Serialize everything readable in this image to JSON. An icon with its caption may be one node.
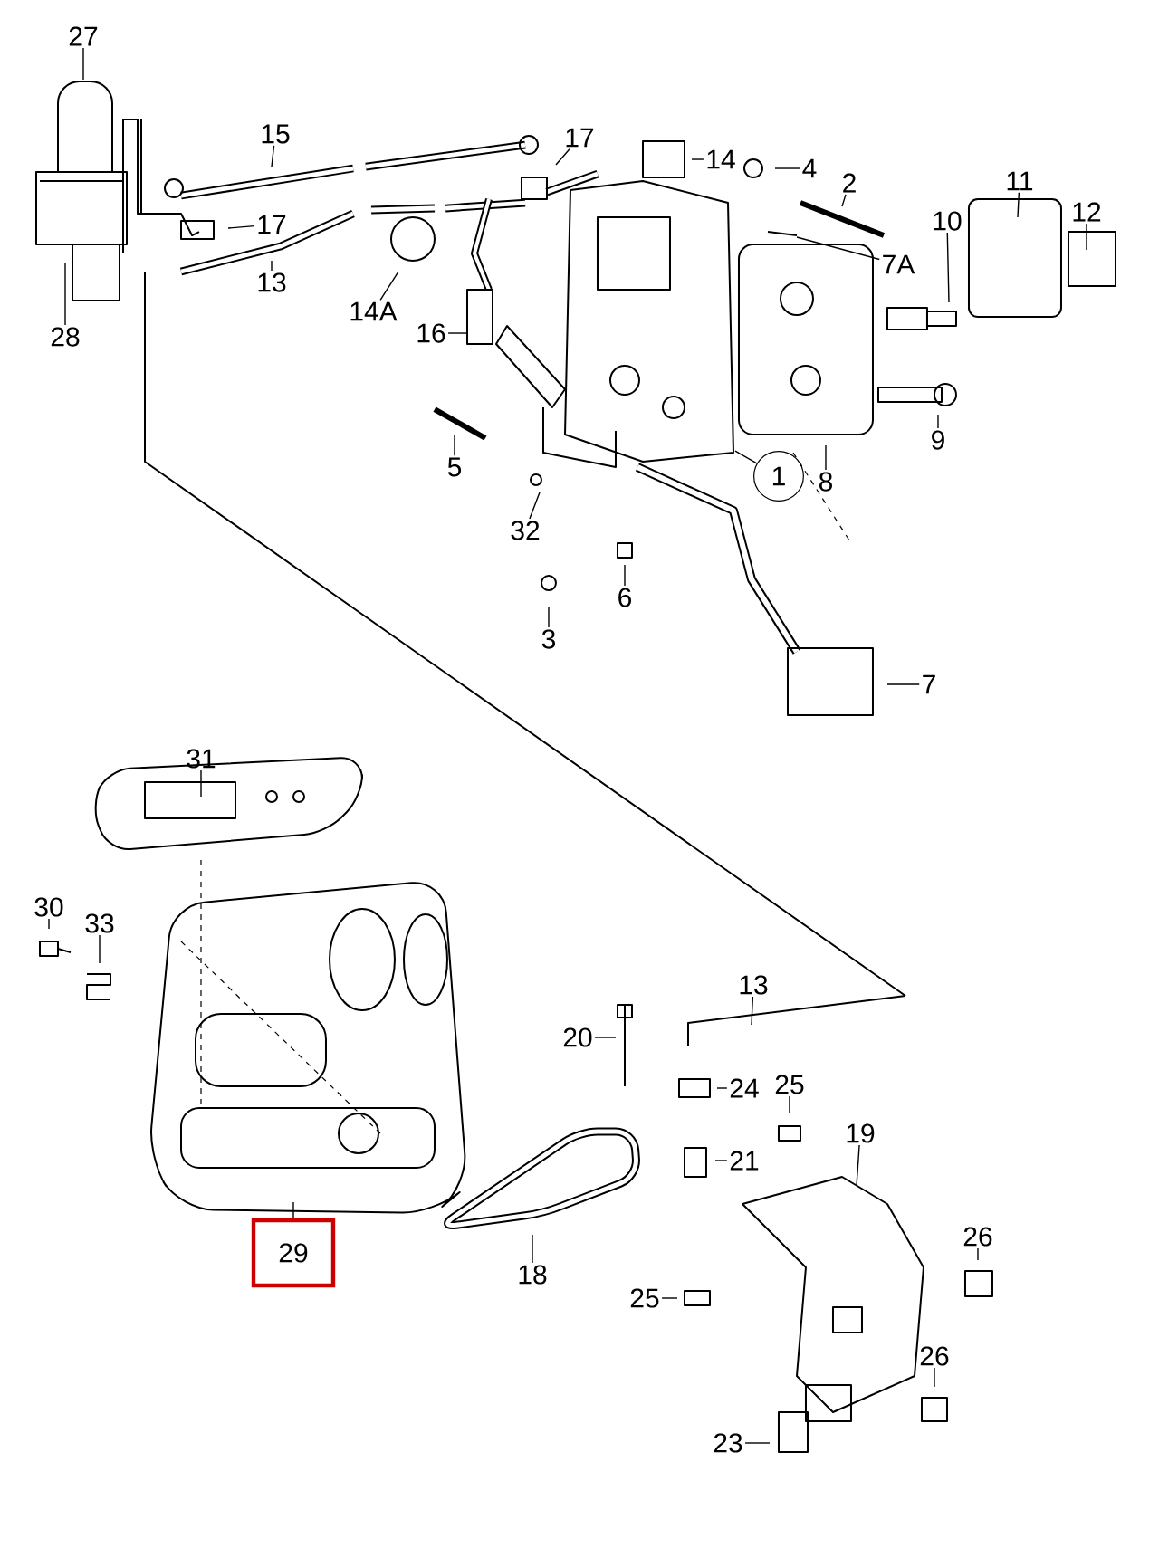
{
  "diagram": {
    "nodes": [
      {
        "text": [
          "27"
        ]
      },
      {
        "text": [
          "15"
        ]
      },
      {
        "text": [
          "17"
        ]
      },
      {
        "text": [
          "14"
        ]
      },
      {
        "text": [
          "4"
        ]
      },
      {
        "text": [
          "2"
        ]
      },
      {
        "text": [
          "17"
        ]
      },
      {
        "text": [
          "13"
        ]
      },
      {
        "text": [
          "7A"
        ]
      },
      {
        "text": [
          "10"
        ]
      },
      {
        "text": [
          "11"
        ]
      },
      {
        "text": [
          "12"
        ]
      },
      {
        "text": [
          "14A"
        ]
      },
      {
        "text": [
          "28"
        ]
      },
      {
        "text": [
          "16"
        ]
      },
      {
        "text": [
          "9"
        ]
      },
      {
        "text": [
          "1"
        ]
      },
      {
        "text": [
          "8"
        ]
      },
      {
        "text": [
          "5"
        ]
      },
      {
        "text": [
          "32"
        ]
      },
      {
        "text": [
          "6"
        ]
      },
      {
        "text": [
          "3"
        ]
      },
      {
        "text": [
          "7"
        ]
      },
      {
        "text": [
          "31"
        ]
      },
      {
        "text": [
          "30"
        ]
      },
      {
        "text": [
          "33"
        ]
      },
      {
        "text": [
          "29"
        ]
      },
      {
        "text": [
          "13"
        ]
      },
      {
        "text": [
          "20"
        ]
      },
      {
        "text": [
          "24"
        ]
      },
      {
        "text": [
          "25"
        ]
      },
      {
        "text": [
          "19"
        ]
      },
      {
        "text": [
          "21"
        ]
      },
      {
        "text": [
          "26"
        ]
      },
      {
        "text": [
          "18"
        ]
      },
      {
        "text": [
          "25"
        ]
      },
      {
        "text": [
          "26"
        ]
      },
      {
        "text": [
          "23"
        ]
      }
    ],
    "edges": [
      {
        "from": 0,
        "to": null,
        "arrow": "none"
      },
      {
        "from": 1,
        "to": null,
        "arrow": "none"
      },
      {
        "from": 2,
        "to": null,
        "arrow": "none"
      },
      {
        "from": 3,
        "to": null,
        "arrow": "none"
      },
      {
        "from": 4,
        "to": null,
        "arrow": "none"
      },
      {
        "from": 5,
        "to": null,
        "arrow": "none"
      },
      {
        "from": 6,
        "to": null,
        "arrow": "none"
      },
      {
        "from": 7,
        "to": null,
        "arrow": "none"
      },
      {
        "from": 8,
        "to": null,
        "arrow": "none"
      },
      {
        "from": 9,
        "to": null,
        "arrow": "none"
      },
      {
        "from": 10,
        "to": null,
        "arrow": "none"
      },
      {
        "from": 11,
        "to": null,
        "arrow": "none"
      },
      {
        "from": 12,
        "to": null,
        "arrow": "none"
      },
      {
        "from": 13,
        "to": null,
        "arrow": "none"
      },
      {
        "from": 14,
        "to": null,
        "arrow": "none"
      },
      {
        "from": 15,
        "to": null,
        "arrow": "none"
      },
      {
        "from": 16,
        "to": null,
        "arrow": "none"
      },
      {
        "from": 17,
        "to": null,
        "arrow": "none"
      },
      {
        "from": 18,
        "to": null,
        "arrow": "none"
      },
      {
        "from": 19,
        "to": null,
        "arrow": "none"
      },
      {
        "from": 20,
        "to": null,
        "arrow": "none"
      },
      {
        "from": 21,
        "to": null,
        "arrow": "none"
      },
      {
        "from": 22,
        "to": null,
        "arrow": "none"
      },
      {
        "from": 23,
        "to": null,
        "arrow": "none"
      },
      {
        "from": 24,
        "to": null,
        "arrow": "none"
      },
      {
        "from": 25,
        "to": null,
        "arrow": "none"
      },
      {
        "from": 26,
        "to": null,
        "arrow": "none"
      },
      {
        "from": 27,
        "to": null,
        "arrow": "none"
      },
      {
        "from": 28,
        "to": null,
        "arrow": "none"
      },
      {
        "from": 29,
        "to": null,
        "arrow": "none"
      },
      {
        "from": 30,
        "to": null,
        "arrow": "none"
      },
      {
        "from": 31,
        "to": null,
        "arrow": "none"
      },
      {
        "from": 32,
        "to": null,
        "arrow": "none"
      },
      {
        "from": 33,
        "to": null,
        "arrow": "none"
      },
      {
        "from": 34,
        "to": null,
        "arrow": "none"
      },
      {
        "from": 35,
        "to": null,
        "arrow": "none"
      },
      {
        "from": 36,
        "to": null,
        "arrow": "none"
      },
      {
        "from": 37,
        "to": null,
        "arrow": "none"
      }
    ]
  }
}
